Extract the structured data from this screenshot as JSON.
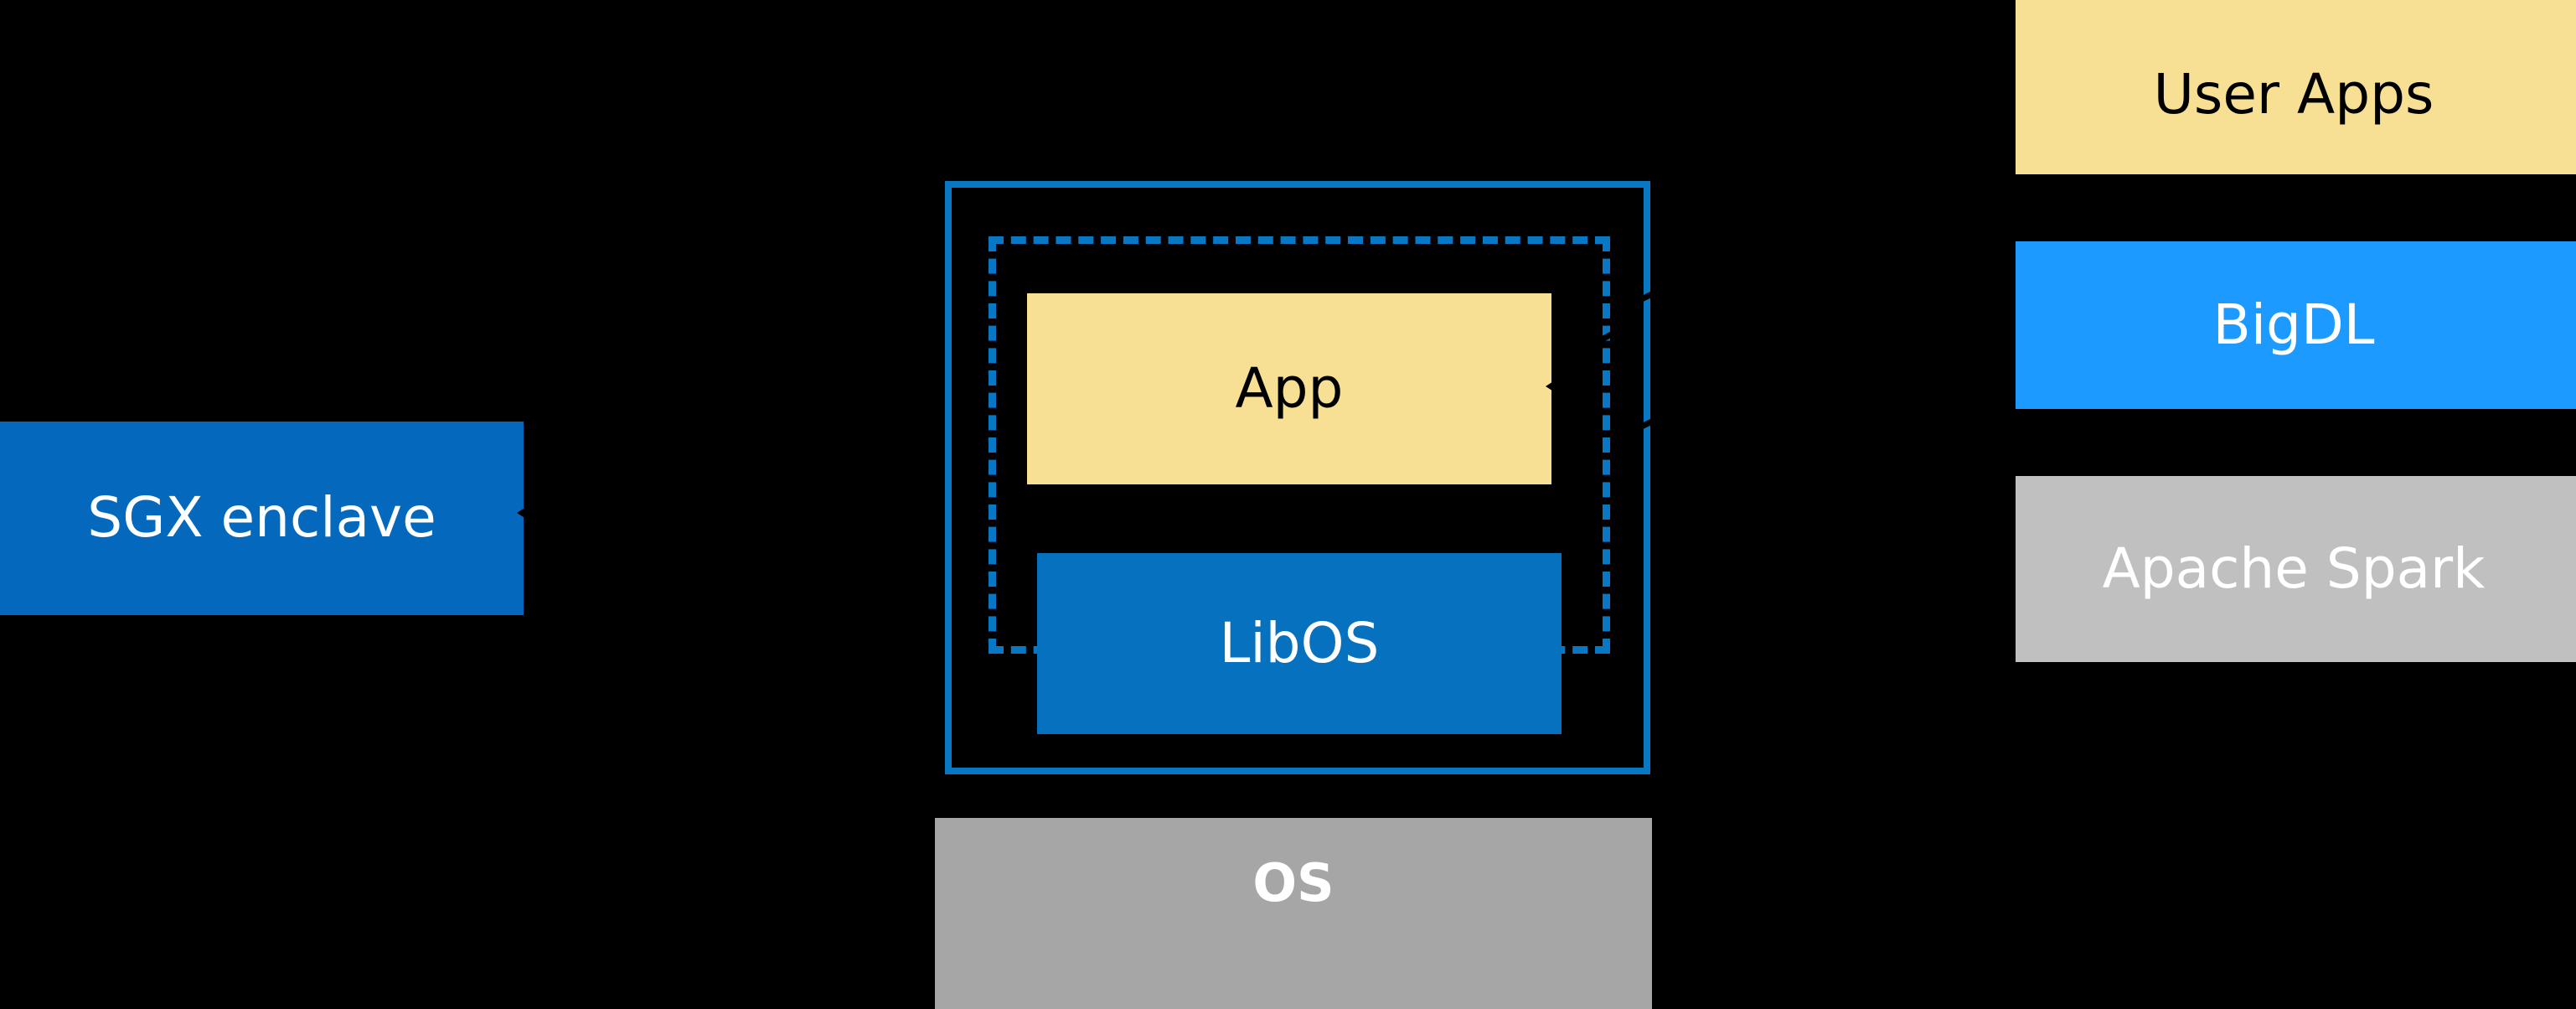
{
  "diagram": {
    "background_color": "#000000",
    "title_visible": false,
    "boxes": {
      "sgx_enclave": {
        "label": "SGX enclave",
        "fill": "#0469BC",
        "text_color": "#FFFFFF"
      },
      "app": {
        "label": "App",
        "fill": "#F7DF93",
        "text_color": "#000000"
      },
      "libos": {
        "label": "LibOS",
        "fill": "#0672BF",
        "text_color": "#FFFFFF"
      },
      "os": {
        "label": "OS",
        "fill": "#A6A6A6",
        "text_color": "#FFFFFF"
      },
      "user_apps": {
        "label": "User Apps",
        "fill": "#F7DF93",
        "text_color": "#000000"
      },
      "bigdl": {
        "label": "BigDL",
        "fill": "#1C9AFF",
        "text_color": "#FFFFFF"
      },
      "apache_spark": {
        "label": "Apache Spark",
        "fill": "#C0C0C0",
        "text_color": "#FFFFFF"
      }
    },
    "frames": {
      "enclave_frame": {
        "stroke": "#0877C4",
        "style": "solid"
      },
      "libos_dashed_frame": {
        "stroke": "#0877C4",
        "style": "dashed"
      }
    }
  }
}
